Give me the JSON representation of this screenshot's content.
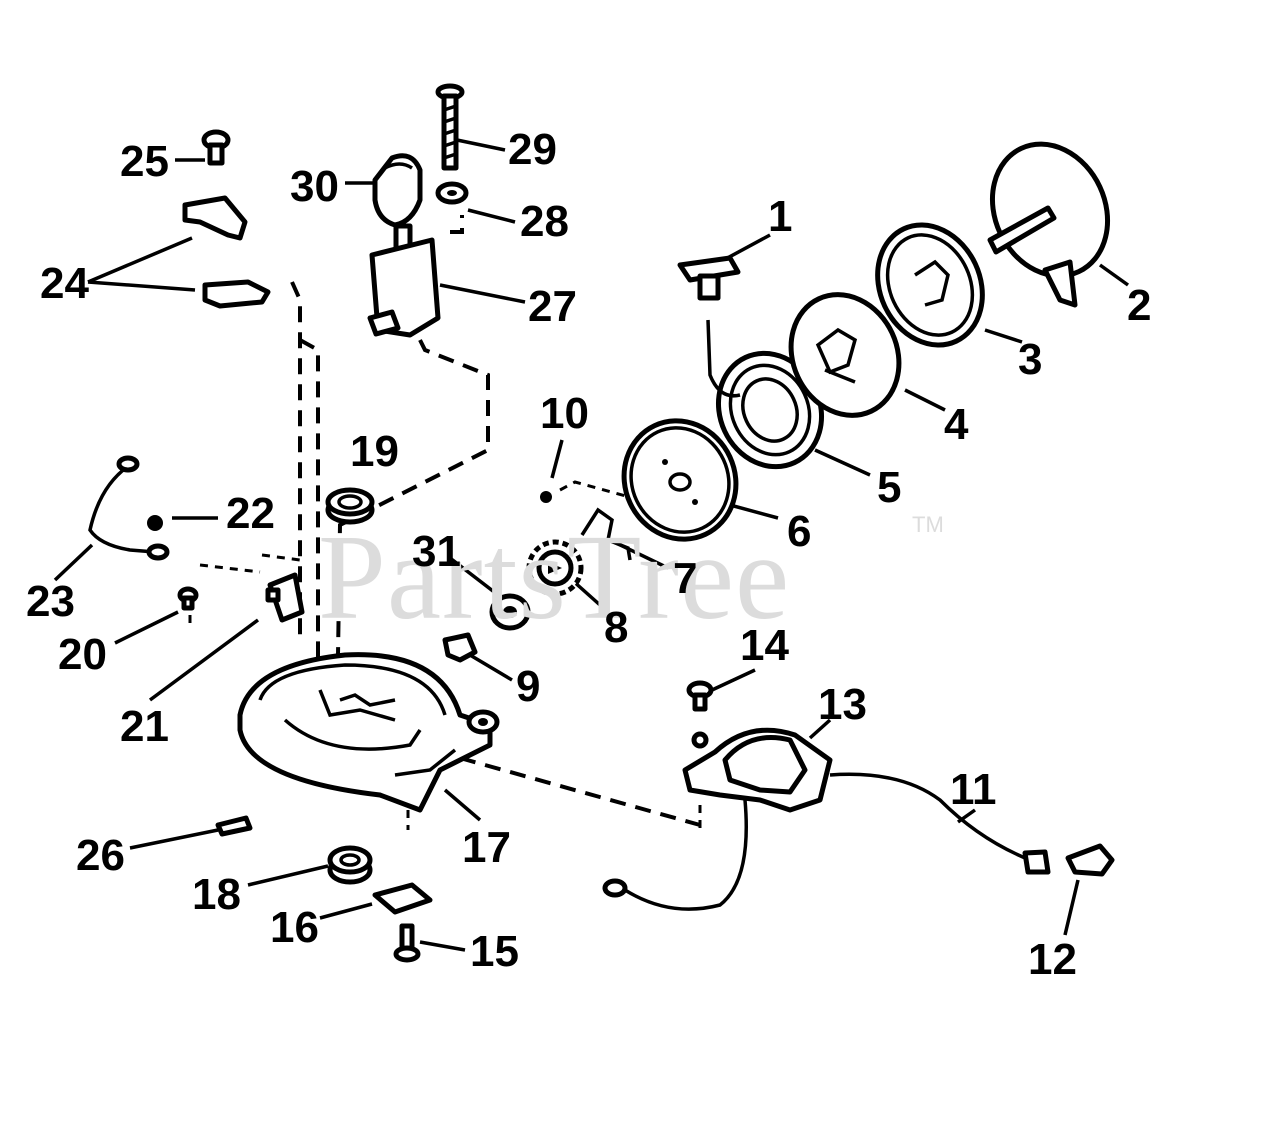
{
  "watermark": {
    "text": "PartsTree",
    "trademark": "TM"
  },
  "callouts": {
    "c1": "1",
    "c2": "2",
    "c3": "3",
    "c4": "4",
    "c5": "5",
    "c6": "6",
    "c7": "7",
    "c8": "8",
    "c9": "9",
    "c10": "10",
    "c11": "11",
    "c12": "12",
    "c13": "13",
    "c14": "14",
    "c15": "15",
    "c16": "16",
    "c17": "17",
    "c18": "18",
    "c19": "19",
    "c20": "20",
    "c21": "21",
    "c22": "22",
    "c23": "23",
    "c24": "24",
    "c25": "25",
    "c26": "26",
    "c27": "27",
    "c28": "28",
    "c29": "29",
    "c30": "30",
    "c31": "31"
  }
}
